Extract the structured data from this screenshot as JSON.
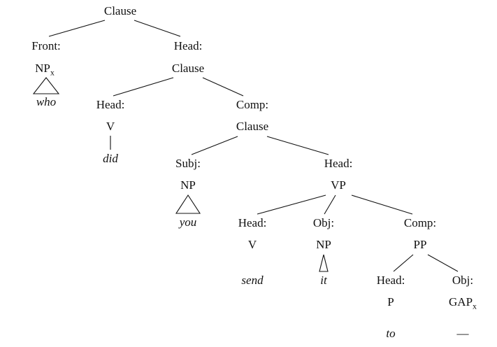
{
  "diagram": {
    "type": "syntax-tree",
    "sentence": "who did you send it to —"
  },
  "tree": {
    "root": {
      "label": "Clause"
    },
    "front": {
      "func": "Front:",
      "cat": "NP",
      "sub": "x",
      "word": "who"
    },
    "head_clause": {
      "func": "Head:",
      "cat": "Clause"
    },
    "head_did": {
      "func": "Head:",
      "cat": "V",
      "word": "did"
    },
    "comp_clause": {
      "func": "Comp:",
      "cat": "Clause"
    },
    "subj_you": {
      "func": "Subj:",
      "cat": "NP",
      "word": "you"
    },
    "head_vp": {
      "func": "Head:",
      "cat": "VP"
    },
    "head_send": {
      "func": "Head:",
      "cat": "V",
      "word": "send"
    },
    "obj_it": {
      "func": "Obj:",
      "cat": "NP",
      "word": "it"
    },
    "comp_pp": {
      "func": "Comp:",
      "cat": "PP"
    },
    "head_to": {
      "func": "Head:",
      "cat": "P",
      "word": "to"
    },
    "obj_gap": {
      "func": "Obj:",
      "cat": "GAP",
      "sub": "x",
      "word": "—"
    }
  }
}
